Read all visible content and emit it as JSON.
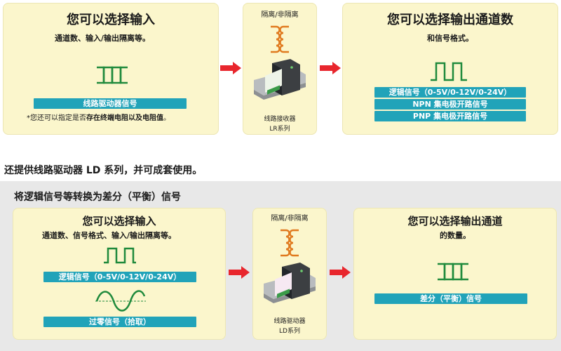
{
  "top": {
    "left_panel": {
      "title": "您可以选择输入",
      "subtitle": "通道数、输入/输出隔离等。",
      "bar_label": "线路驱动器信号",
      "note_prefix": "*您还可以指定是否",
      "note_bold": "存在终端电阻以及电阻值",
      "note_suffix": "。"
    },
    "device": {
      "iso_label": "隔离/非隔离",
      "caption_line1": "线路接收器",
      "caption_line2": "LR系列"
    },
    "right_panel": {
      "title": "您可以选择输出通道数",
      "subtitle": "和信号格式。",
      "bars": [
        "逻辑信号（0-5V/0-12V/0-24V）",
        "NPN 集电极开路信号",
        "PNP 集电极开路信号"
      ]
    }
  },
  "middle_heading": "还提供线路驱动器 LD 系列，并可成套使用。",
  "bottom": {
    "heading": "将逻辑信号等转换为差分（平衡）信号",
    "left_panel": {
      "title": "您可以选择输入",
      "subtitle": "通道数、信号格式、输入/输出隔离等。",
      "bar1": "逻辑信号（0-5V/0-12V/0-24V）",
      "bar2": "过零信号（拾取）"
    },
    "device": {
      "iso_label": "隔离/非隔离",
      "caption_line1": "线路驱动器",
      "caption_line2": "LD系列"
    },
    "right_panel": {
      "title": "您可以选择输出通道",
      "subtitle": "的数量。",
      "bar_label": "差分（平衡）信号"
    }
  },
  "colors": {
    "panel": "#fbf6cc",
    "bar": "#21a3b9",
    "arrow": "#e8262d",
    "signal": "#1f8a3c",
    "transformer": "#e07a1f",
    "band": "#e8e8e8"
  },
  "icons": {
    "differential": "differential-signal-icon",
    "square": "square-wave-icon",
    "sine": "sine-wave-icon",
    "transformer": "transformer-icon",
    "arrow": "right-arrow-icon",
    "module": "din-rail-module-icon"
  }
}
